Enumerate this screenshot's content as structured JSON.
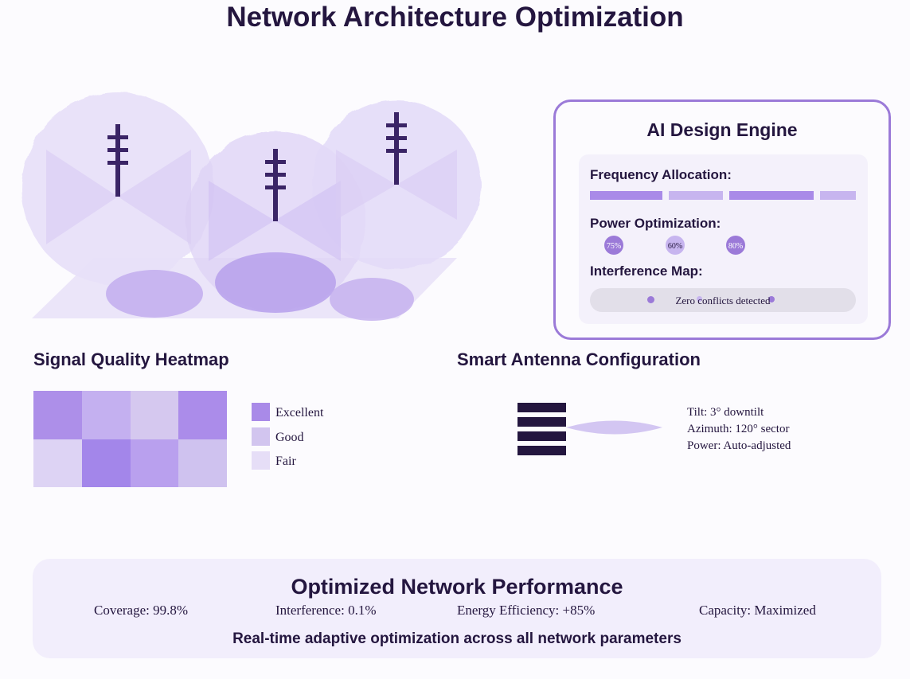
{
  "title": "Network Architecture Optimization",
  "colors": {
    "dark": "#24163f",
    "tower": "#3a2466",
    "accent": "#9b7ad8",
    "coverage_light": "#e8e0f9",
    "sector": "#d8ccf4",
    "footprint": "#b9a3ec"
  },
  "ai_engine": {
    "title": "AI Design Engine",
    "frequency_label": "Frequency Allocation:",
    "power_label": "Power Optimization:",
    "power_levels": [
      {
        "label": "75%",
        "value": 75
      },
      {
        "label": "60%",
        "value": 60
      },
      {
        "label": "80%",
        "value": 80
      }
    ],
    "interference_label": "Interference Map:",
    "interference_status": "Zero conflicts detected"
  },
  "heatmap": {
    "title": "Signal Quality Heatmap",
    "rows": [
      [
        "Excellent",
        "Good",
        "Fair",
        "Excellent"
      ],
      [
        "Fair",
        "Excellent",
        "Good",
        "Fair"
      ]
    ],
    "legend": [
      {
        "label": "Excellent",
        "color": "#a98ae8"
      },
      {
        "label": "Good",
        "color": "#d2c5ef"
      },
      {
        "label": "Fair",
        "color": "#e6def7"
      }
    ]
  },
  "antenna": {
    "title": "Smart Antenna Configuration",
    "tilt": "Tilt: 3° downtilt",
    "azimuth": "Azimuth: 120° sector",
    "power": "Power: Auto-adjusted"
  },
  "performance": {
    "title": "Optimized Network Performance",
    "metrics": [
      "Coverage: 99.8%",
      "Interference: 0.1%",
      "Energy Efficiency: +85%",
      "Capacity: Maximized"
    ],
    "subtitle": "Real-time adaptive optimization across all network parameters"
  }
}
